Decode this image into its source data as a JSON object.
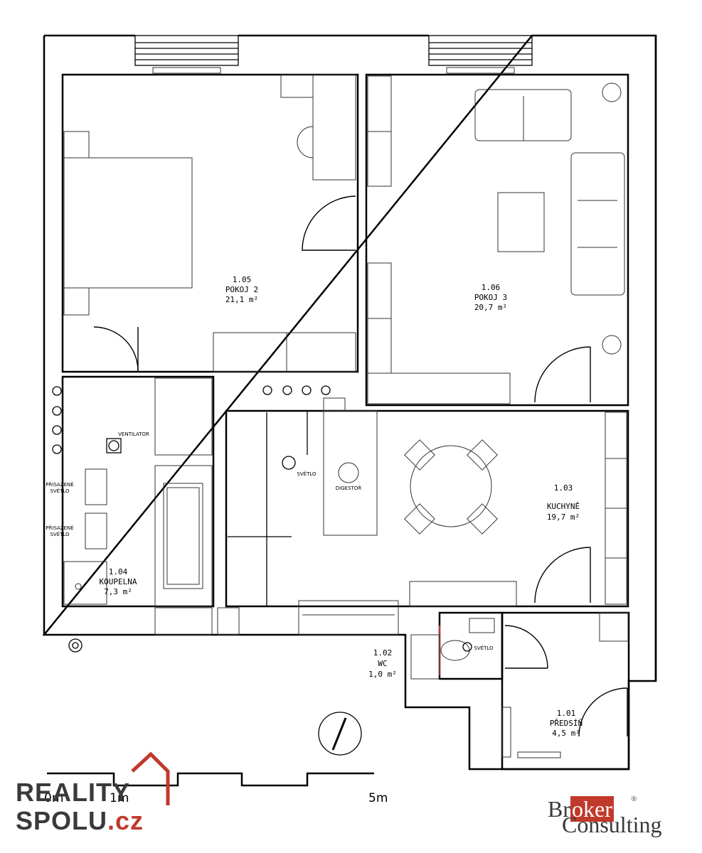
{
  "rooms": [
    {
      "id": "pokoj2",
      "number": "1.05",
      "name": "POKOJ 2",
      "area": "21,1 m²"
    },
    {
      "id": "pokoj3",
      "number": "1.06",
      "name": "POKOJ 3",
      "area": "20,7 m²"
    },
    {
      "id": "kuchyne",
      "number": "1.03",
      "name": "KUCHYNĚ",
      "area": "19,7 m²"
    },
    {
      "id": "koupelna",
      "number": "1.04",
      "name": "KOUPELNA",
      "area": "7,3 m²"
    },
    {
      "id": "wc",
      "number": "1.02",
      "name": "WC",
      "area": "1,0 m²"
    },
    {
      "id": "predsin",
      "number": "1.01",
      "name": "PŘEDSÍŇ",
      "area": "4,5 m²"
    }
  ],
  "fixtures": {
    "ventilator": "VENTILATOR",
    "digestor": "DIGESTOŘ",
    "svetlo_kitchen": "SVĚTLO",
    "svetlo_wc": "SVĚTLO",
    "prisazene1_line1": "PŘISAZENÉ",
    "prisazene1_line2": "SVĚTLO",
    "prisazene2_line1": "PŘISAZENÉ",
    "prisazene2_line2": "SVĚTLO"
  },
  "scale": {
    "start": "0m",
    "mid": "1m",
    "end": "5m"
  },
  "logos": {
    "reality_line1": "REALITY",
    "reality_line2_a": "SPOLU",
    "reality_line2_b": ".cz",
    "broker_a": "Br",
    "broker_b": "oker",
    "broker_reg": "®",
    "consulting": "Consulting"
  },
  "colors": {
    "accent": "#c0392b",
    "ink": "#000000",
    "logo_grey": "#3a3a3a"
  }
}
